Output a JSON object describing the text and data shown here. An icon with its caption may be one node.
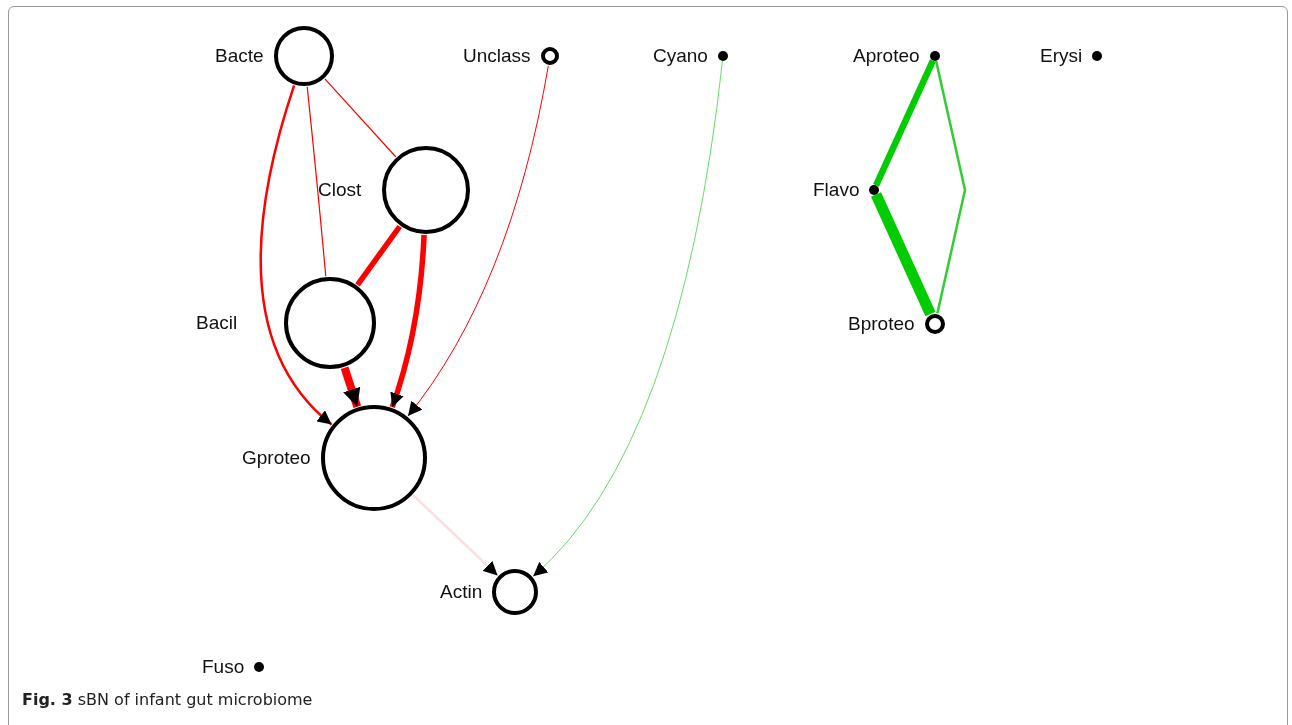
{
  "diagram": {
    "caption": "**Fig. 3** sBN of infant gut microbiome",
    "nodes": [
      {
        "text": [
          "Bacte"
        ]
      },
      {
        "text": [
          "Unclass"
        ]
      },
      {
        "text": [
          "Cyano"
        ]
      },
      {
        "text": [
          "Aproteo"
        ]
      },
      {
        "text": [
          "Erysi"
        ]
      },
      {
        "text": [
          "Clost"
        ]
      },
      {
        "text": [
          "Flavo"
        ]
      },
      {
        "text": [
          "Bacil"
        ]
      },
      {
        "text": [
          "Bproteo"
        ]
      },
      {
        "text": [
          "Gproteo"
        ]
      },
      {
        "text": [
          "Actin"
        ]
      },
      {
        "text": [
          "Fuso"
        ]
      }
    ],
    "edges": [
      {
        "from": 0,
        "to": 5,
        "arrow": "none"
      },
      {
        "from": 0,
        "to": 7,
        "arrow": "none"
      },
      {
        "from": 0,
        "to": 9,
        "arrow": "to"
      },
      {
        "from": 5,
        "to": 7,
        "arrow": "none",
        "style": "thick"
      },
      {
        "from": 5,
        "to": 9,
        "arrow": "to",
        "style": "thick"
      },
      {
        "from": 7,
        "to": 9,
        "arrow": "to",
        "style": "thick"
      },
      {
        "from": 1,
        "to": 9,
        "arrow": "to"
      },
      {
        "from": 9,
        "to": 10,
        "arrow": "to",
        "color": "#ffdddd"
      },
      {
        "from": 2,
        "to": 10,
        "arrow": "to",
        "color": "#66dd66"
      },
      {
        "from": 3,
        "to": 6,
        "arrow": "none",
        "style": "thick",
        "color": "#00cc00"
      },
      {
        "from": 3,
        "to": 8,
        "arrow": "none",
        "color": "#33cc33"
      },
      {
        "from": 6,
        "to": 8,
        "arrow": "none",
        "style": "thick",
        "color": "#00cc00"
      }
    ]
  }
}
